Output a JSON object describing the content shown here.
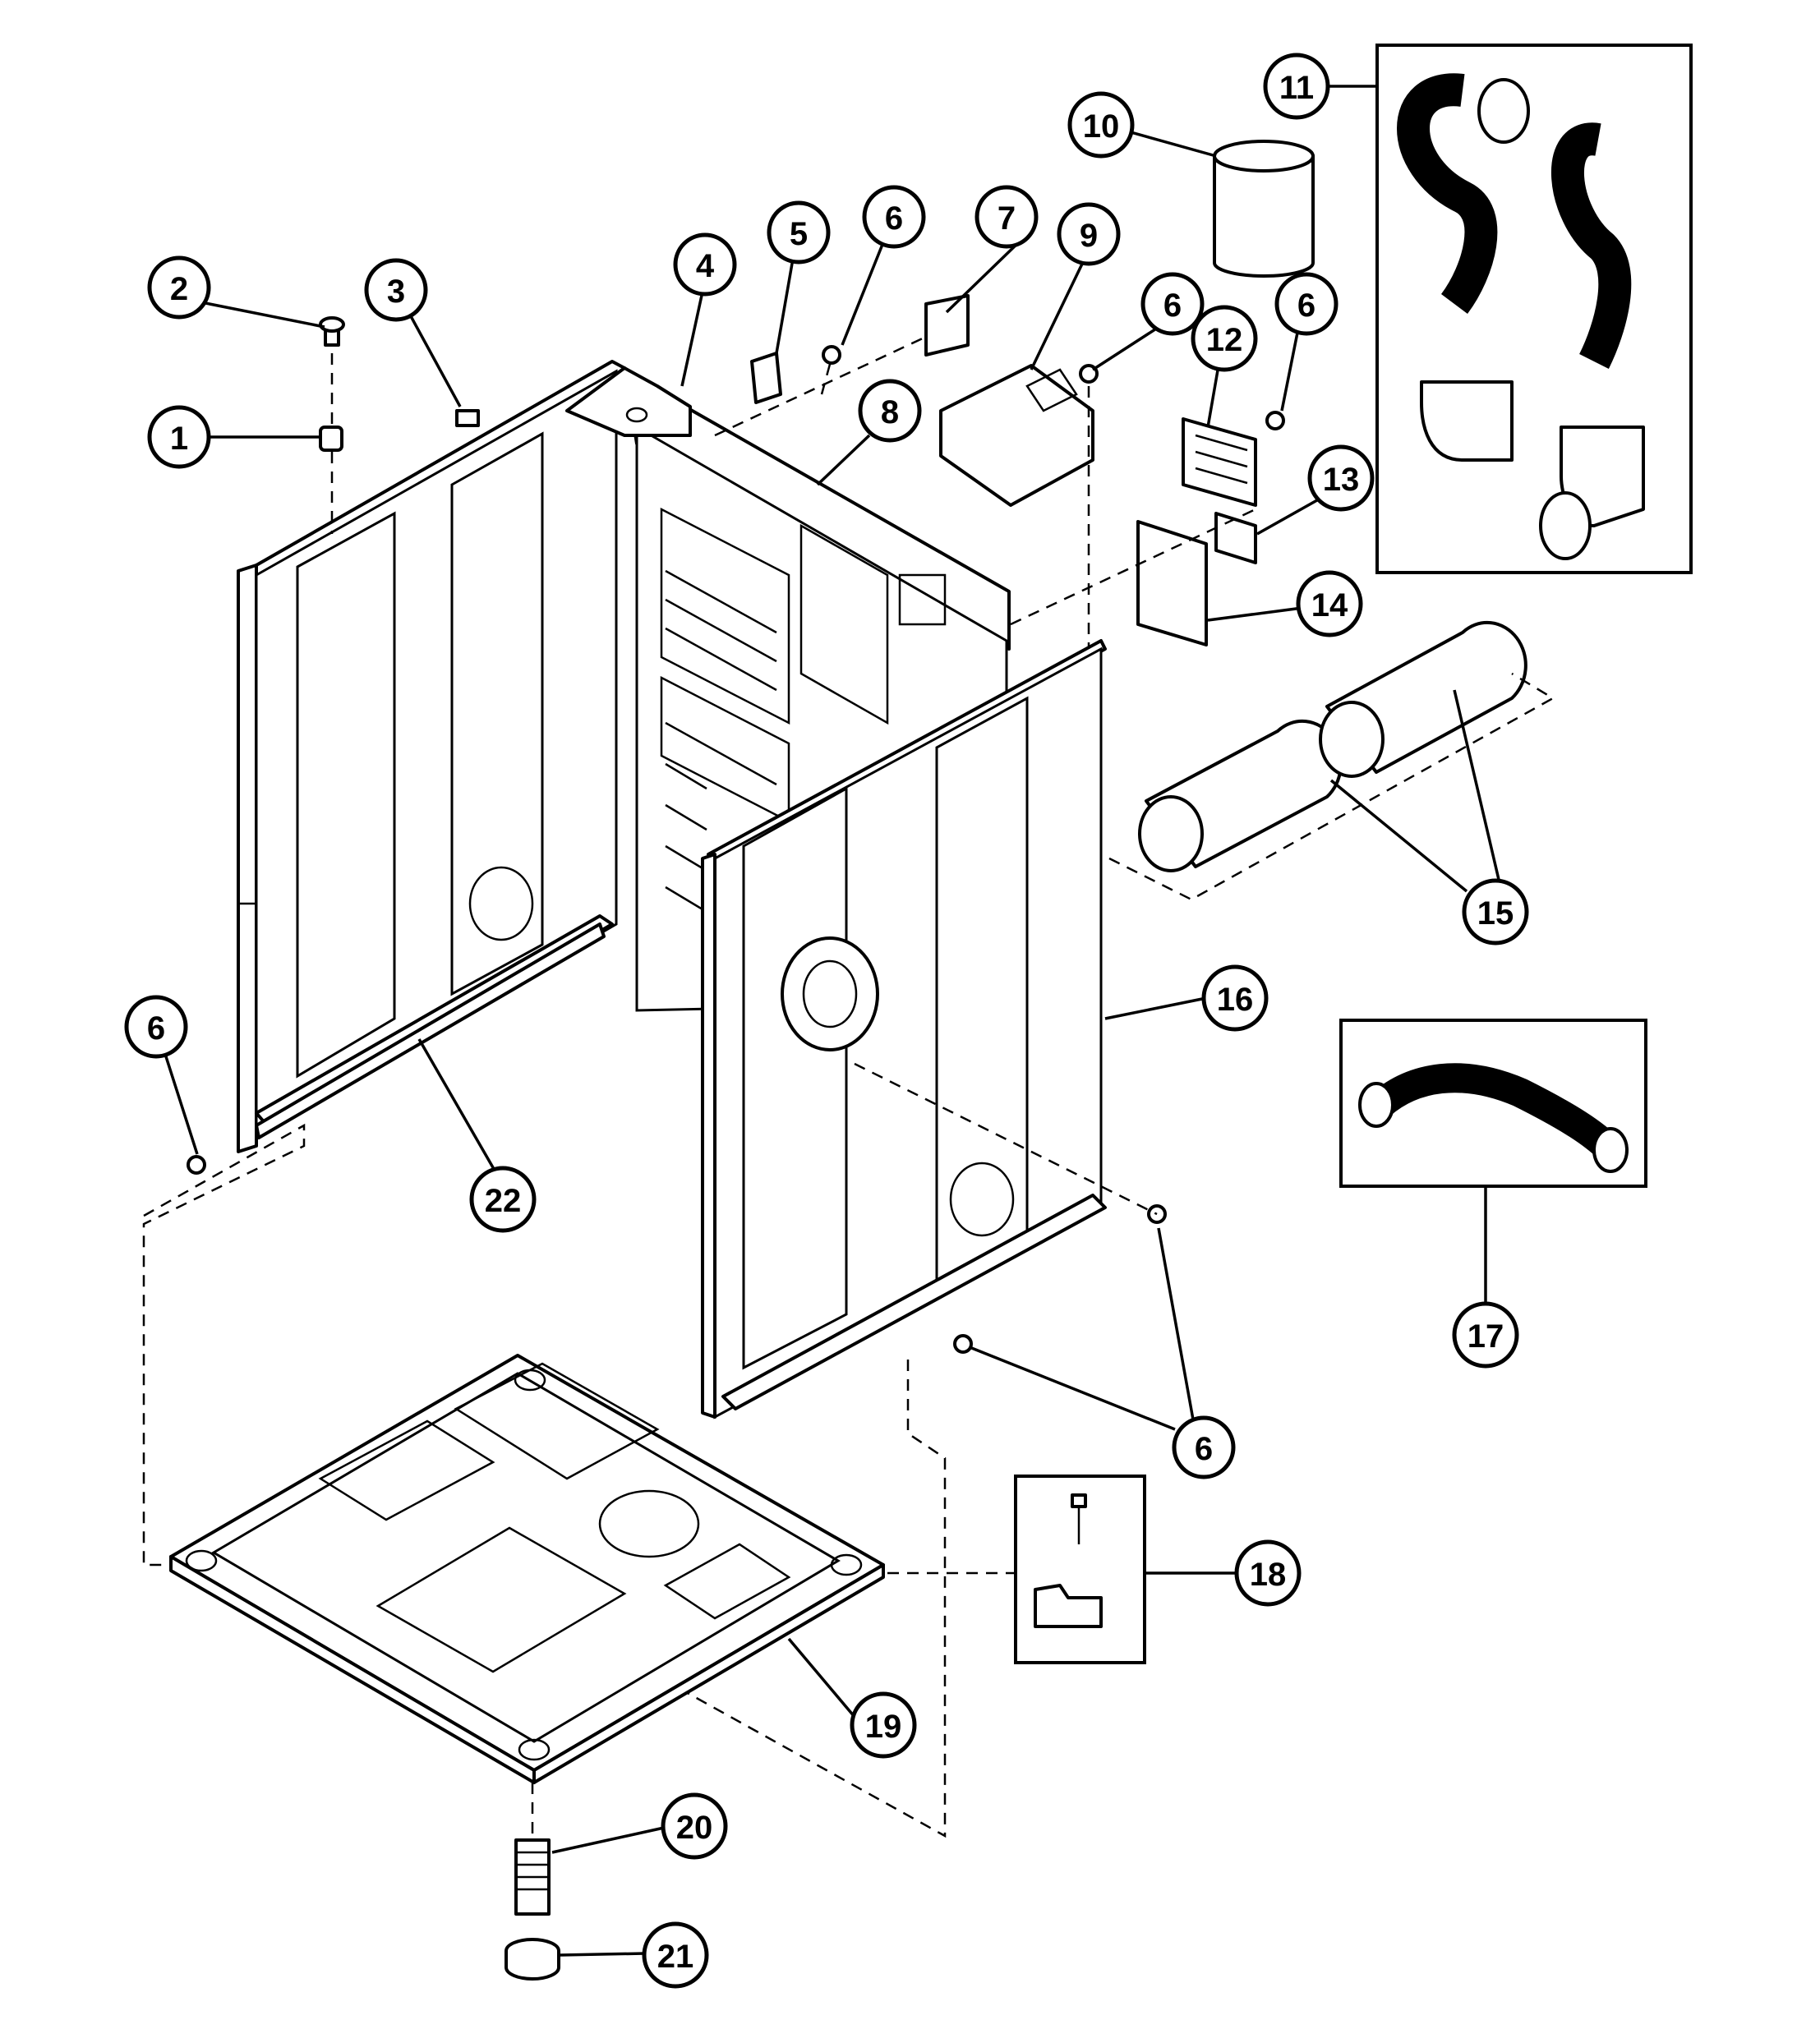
{
  "diagram": {
    "type": "exploded-parts-diagram",
    "callouts": [
      {
        "id": "c1",
        "label": "1"
      },
      {
        "id": "c2",
        "label": "2"
      },
      {
        "id": "c3",
        "label": "3"
      },
      {
        "id": "c4",
        "label": "4"
      },
      {
        "id": "c5",
        "label": "5"
      },
      {
        "id": "c6a",
        "label": "6"
      },
      {
        "id": "c7",
        "label": "7"
      },
      {
        "id": "c8",
        "label": "8"
      },
      {
        "id": "c9",
        "label": "9"
      },
      {
        "id": "c6b",
        "label": "6"
      },
      {
        "id": "c10",
        "label": "10"
      },
      {
        "id": "c11",
        "label": "11"
      },
      {
        "id": "c12",
        "label": "12"
      },
      {
        "id": "c6c",
        "label": "6"
      },
      {
        "id": "c13",
        "label": "13"
      },
      {
        "id": "c14",
        "label": "14"
      },
      {
        "id": "c15",
        "label": "15"
      },
      {
        "id": "c16",
        "label": "16"
      },
      {
        "id": "c6d",
        "label": "6"
      },
      {
        "id": "c22",
        "label": "22"
      },
      {
        "id": "c17",
        "label": "17"
      },
      {
        "id": "c6e",
        "label": "6"
      },
      {
        "id": "c18",
        "label": "18"
      },
      {
        "id": "c19",
        "label": "19"
      },
      {
        "id": "c20",
        "label": "20"
      },
      {
        "id": "c21",
        "label": "21"
      }
    ],
    "icons": {
      "cabinet": "cabinet-frame-icon",
      "base": "base-pan-icon",
      "duct": "exhaust-duct-icon",
      "screw": "screw-icon",
      "foot": "leveling-foot-icon"
    }
  }
}
